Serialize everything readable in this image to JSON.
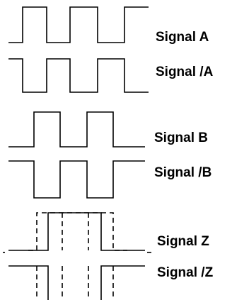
{
  "labels": {
    "signal_a": "Signal A",
    "signal_a_inv": "Signal /A",
    "signal_b": "Signal B",
    "signal_b_inv": "Signal /B",
    "signal_z": "Signal Z",
    "signal_z_inv": "Signal /Z"
  },
  "colors": {
    "line": "#000000",
    "background": "#ffffff"
  }
}
